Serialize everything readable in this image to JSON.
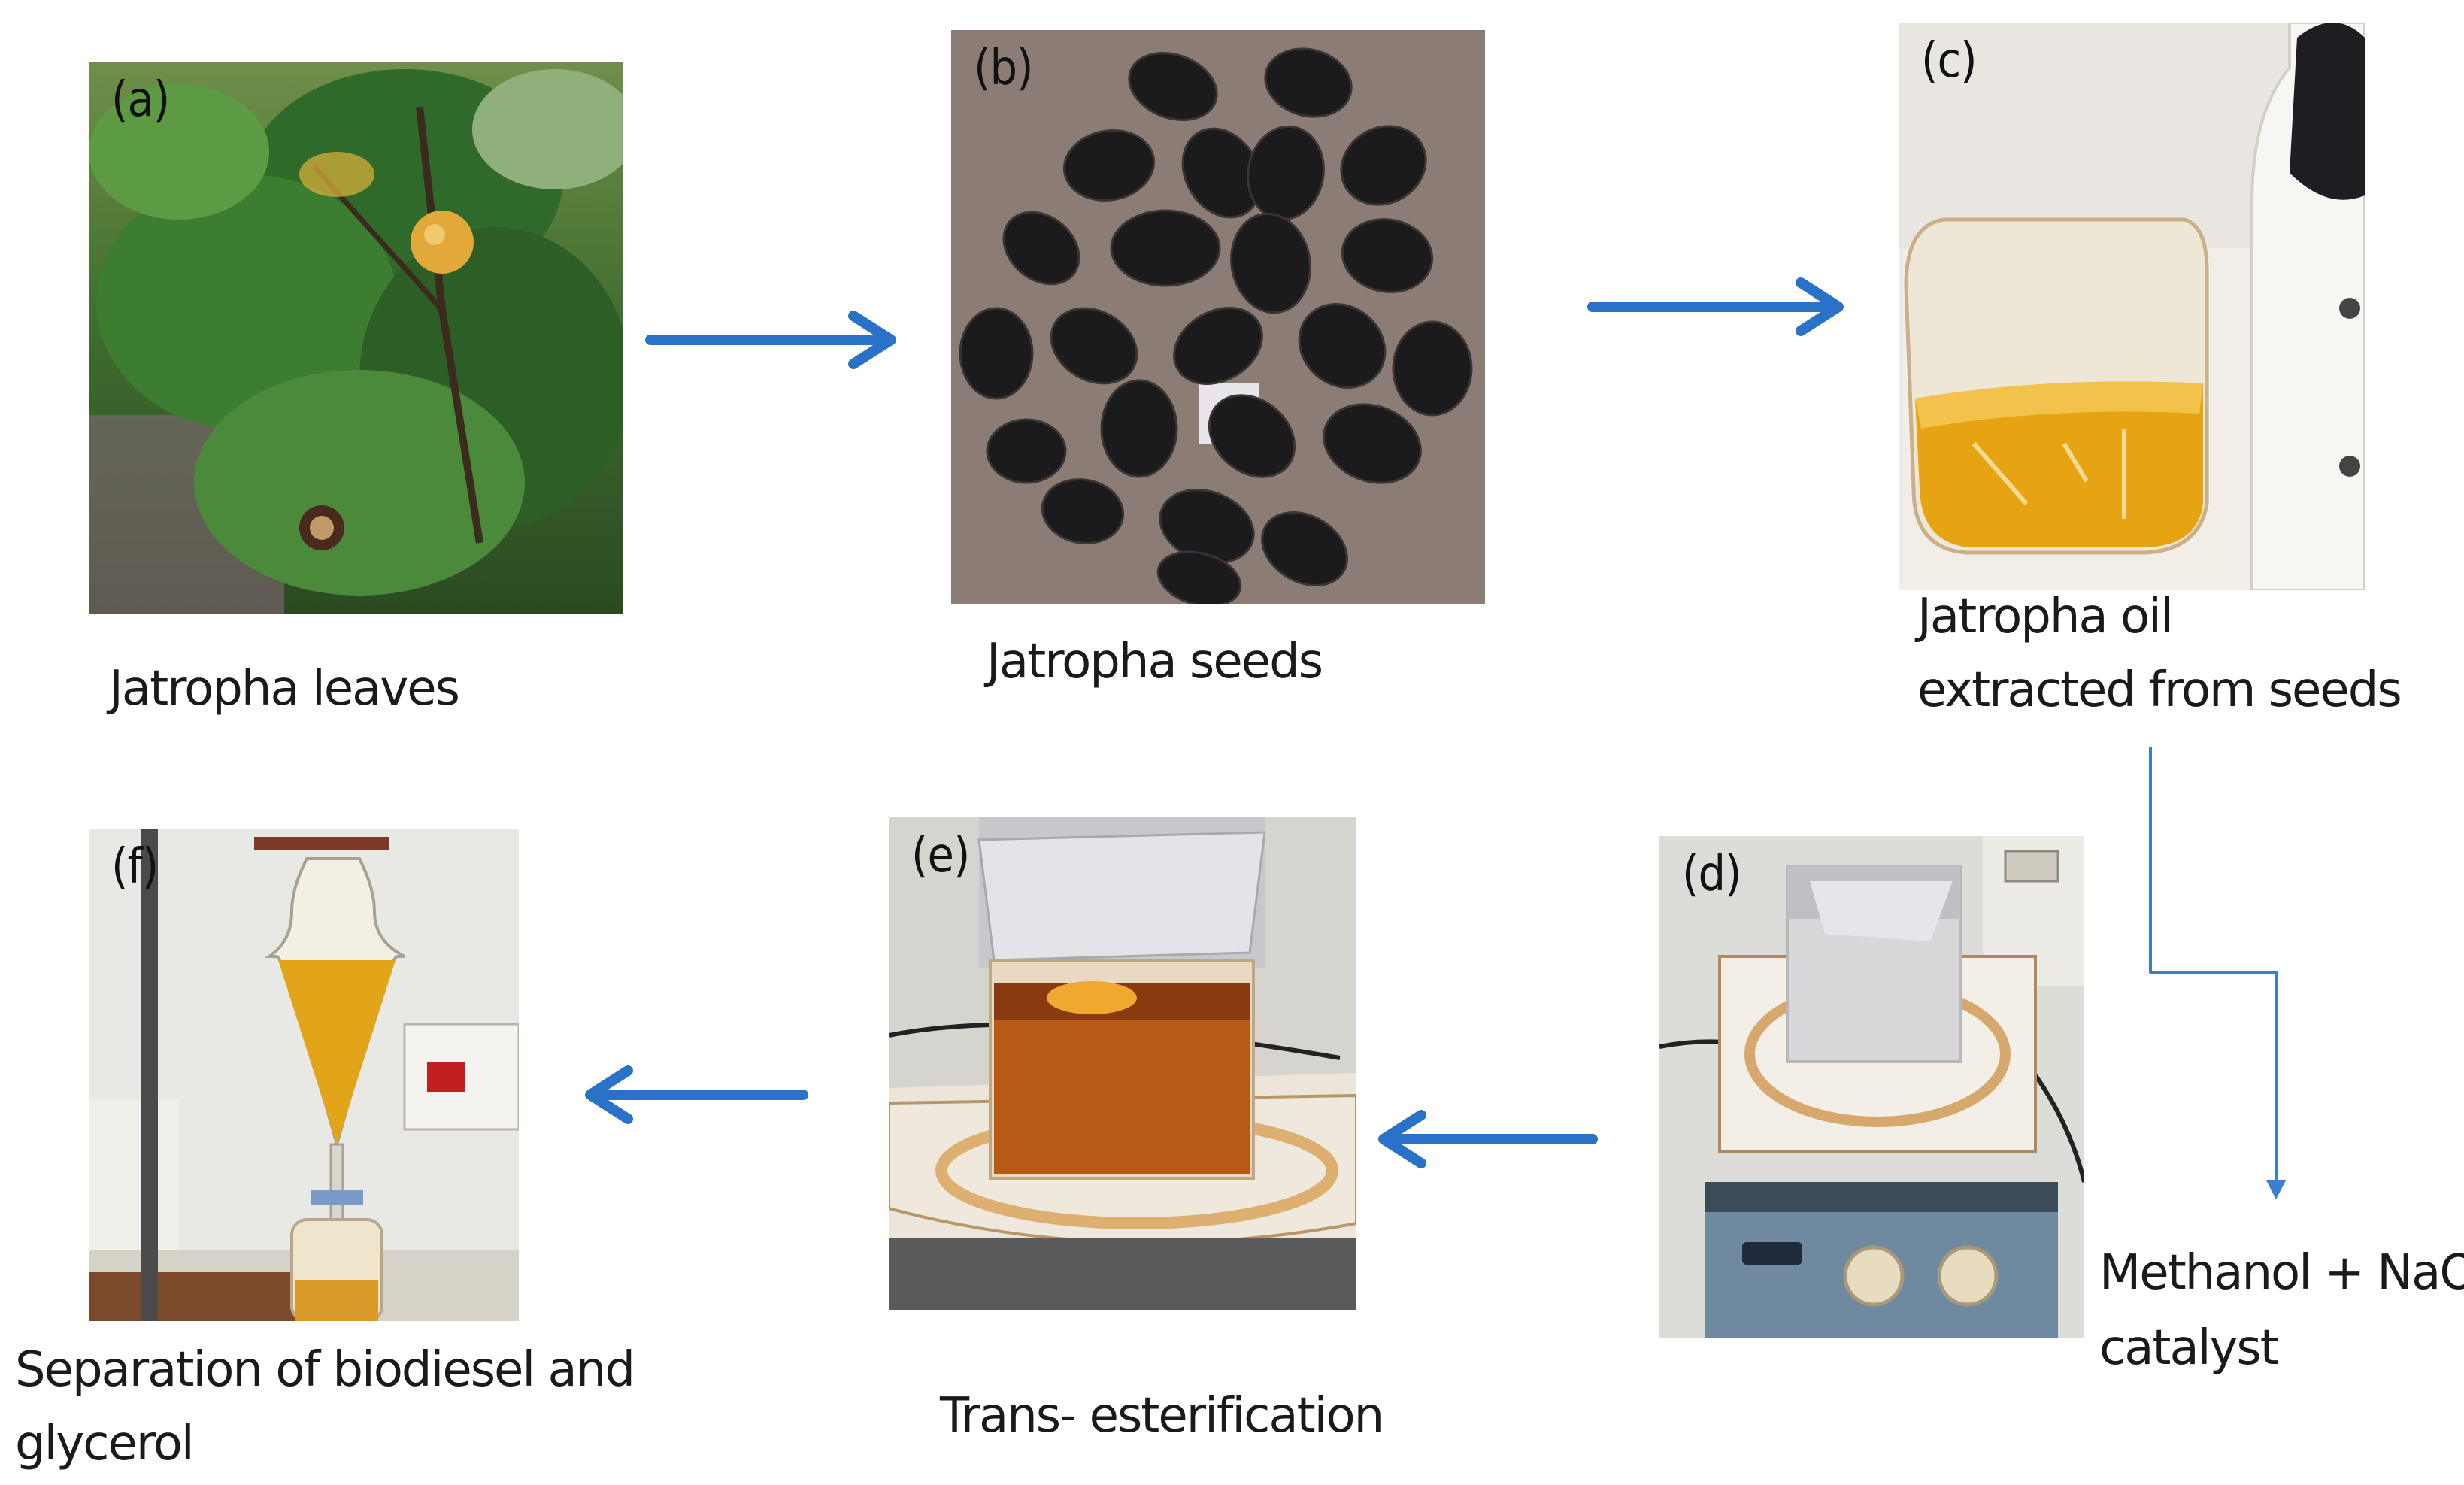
{
  "panels": {
    "a": {
      "label": "(a)",
      "caption": "Jatropha leaves"
    },
    "b": {
      "label": "(b)",
      "caption": "Jatropha seeds"
    },
    "c": {
      "label": "(c)",
      "caption_line1": "Jatropha oil",
      "caption_line2": "extracted from seeds"
    },
    "d": {
      "label": "(d)",
      "caption_line1": "Methanol + NaOH",
      "caption_line2": "catalyst"
    },
    "e": {
      "label": "(e)",
      "caption": "Trans- esterification"
    },
    "f": {
      "label": "(f)",
      "caption_line1": "Separation of biodiesel and",
      "caption_line2": "glycerol"
    }
  },
  "colors": {
    "arrow": "#2a72c8",
    "connector": "#3a7fd0"
  }
}
